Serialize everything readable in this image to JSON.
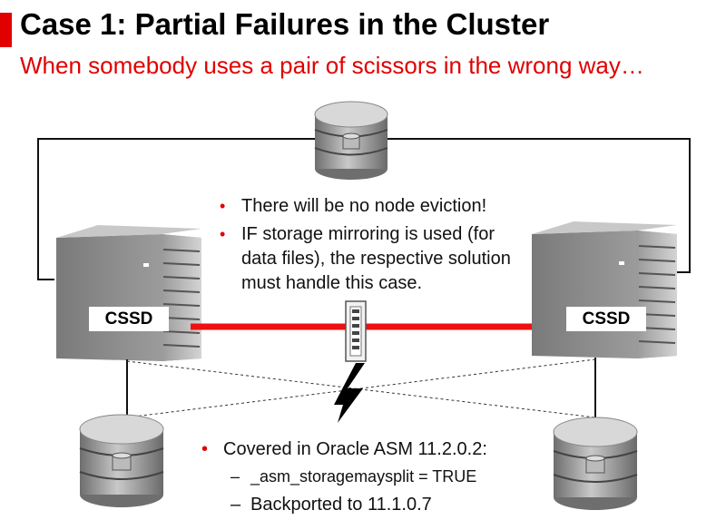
{
  "header": {
    "title": "Case 1: Partial Failures in the Cluster",
    "subtitle": "When somebody uses a pair of scissors in the wrong way…"
  },
  "nodes": {
    "left_label": "CSSD",
    "right_label": "CSSD"
  },
  "bullets": [
    "There will be no node eviction!",
    "IF storage mirroring is used (for data files), the respective solution must handle this case."
  ],
  "bottom": {
    "main": "Covered in Oracle ASM 11.2.0.2:",
    "sub_items": [
      "_asm_storagemaysplit = TRUE",
      "Backported to 11.1.0.7"
    ]
  },
  "colors": {
    "accent": "#e00000",
    "interconnect": "#ee1111"
  }
}
